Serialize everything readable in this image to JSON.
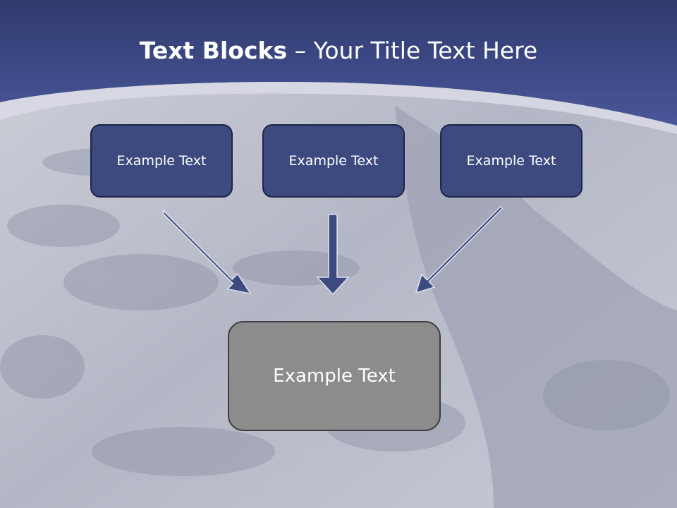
{
  "slide": {
    "title_bold": "Text Blocks",
    "title_separator": " – ",
    "title_rest": "Your Title Text Here"
  },
  "blocks": {
    "left": "Example Text",
    "center": "Example Text",
    "right": "Example Text",
    "bottom": "Example Text"
  },
  "colors": {
    "header_blue": "#3f4d8c",
    "block_blue": "#3c4a80",
    "block_gray": "#8c8c8c",
    "arrow_fill": "#3c4a80"
  }
}
